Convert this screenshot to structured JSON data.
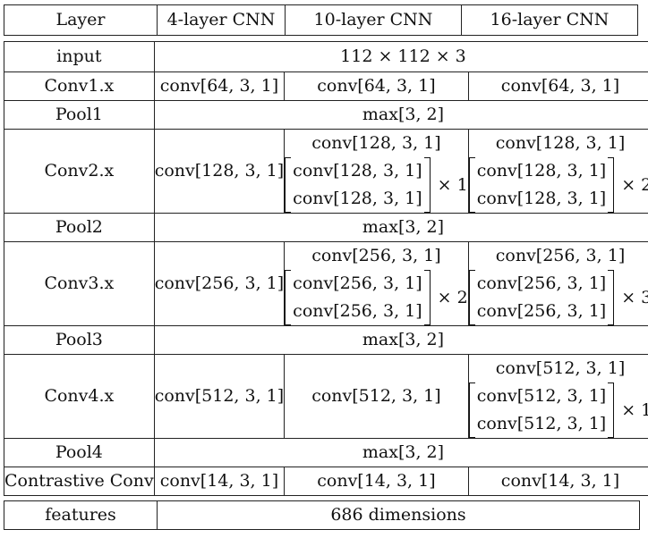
{
  "header": [
    "Layer",
    "4-layer CNN",
    "10-layer CNN",
    "16-layer CNN"
  ],
  "input": {
    "label": "input",
    "value": "112 × 112 × 3"
  },
  "conv1": {
    "label": "Conv1.x",
    "c4": "conv[64, 3, 1]",
    "c10": "conv[64, 3, 1]",
    "c16": "conv[64, 3, 1]"
  },
  "pool1": {
    "label": "Pool1",
    "value": "max[3, 2]"
  },
  "conv2": {
    "label": "Conv2.x",
    "c4": "conv[128, 3, 1]",
    "c10": {
      "top": "conv[128, 3, 1]",
      "block": [
        "conv[128, 3, 1]",
        "conv[128, 3, 1]"
      ],
      "mult": "× 1"
    },
    "c16": {
      "top": "conv[128, 3, 1]",
      "block": [
        "conv[128, 3, 1]",
        "conv[128, 3, 1]"
      ],
      "mult": "× 2"
    }
  },
  "pool2": {
    "label": "Pool2",
    "value": "max[3, 2]"
  },
  "conv3": {
    "label": "Conv3.x",
    "c4": "conv[256, 3, 1]",
    "c10": {
      "top": "conv[256, 3, 1]",
      "block": [
        "conv[256, 3, 1]",
        "conv[256, 3, 1]"
      ],
      "mult": "× 2"
    },
    "c16": {
      "top": "conv[256, 3, 1]",
      "block": [
        "conv[256, 3, 1]",
        "conv[256, 3, 1]"
      ],
      "mult": "× 3"
    }
  },
  "pool3": {
    "label": "Pool3",
    "value": "max[3, 2]"
  },
  "conv4": {
    "label": "Conv4.x",
    "c4": "conv[512, 3, 1]",
    "c10": "conv[512, 3, 1]",
    "c16": {
      "top": "conv[512, 3, 1]",
      "block": [
        "conv[512, 3, 1]",
        "conv[512, 3, 1]"
      ],
      "mult": "× 1"
    }
  },
  "pool4": {
    "label": "Pool4",
    "value": "max[3, 2]"
  },
  "contrastive": {
    "label": "Contrastive Conv",
    "c4": "conv[14, 3, 1]",
    "c10": "conv[14, 3, 1]",
    "c16": "conv[14, 3, 1]"
  },
  "features": {
    "label": "features",
    "value": "686 dimensions"
  }
}
